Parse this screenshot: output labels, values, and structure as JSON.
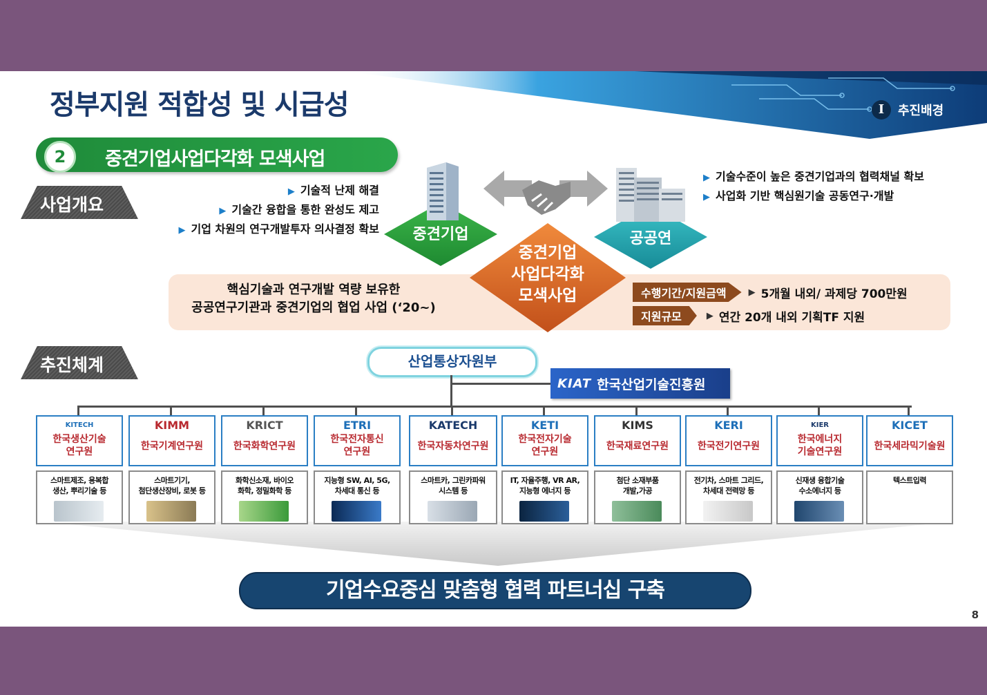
{
  "slide": {
    "title": "정부지원 적합성 및 시급성",
    "section_roman": "Ⅰ",
    "section_label": "추진배경",
    "subsection_number": "2",
    "subsection_title": "중견기업사업다각화 모색사업",
    "page_number": "8"
  },
  "overview": {
    "tab_label": "사업개요",
    "left_bullets": [
      "기술적 난제 해결",
      "기술간 융합을 통한 완성도 제고",
      "기업 차원의 연구개발투자 의사결정 확보"
    ],
    "right_bullets": [
      "기술수준이 높은 중견기업과의 협력채널 확보",
      "사업화 기반 핵심원기술 공동연구·개발"
    ],
    "left_platform": "중견기업",
    "right_platform": "공공연",
    "center_lines": [
      "중견기업",
      "사업다각화",
      "모색사업"
    ],
    "desc_lines": [
      "핵심기술과 연구개발 역량 보유한",
      "공공연구기관과 중견기업의 협업 사업 (‘20~)"
    ],
    "period_key": "수행기간/지원금액",
    "period_value": "5개월 내외/ 과제당 700만원",
    "scale_key": "지원규모",
    "scale_value": "연간 20개 내외 기획TF 지원"
  },
  "structure": {
    "tab_label": "추진체계",
    "ministry": "산업통상자원부",
    "agency_logo": "KIAT",
    "agency": "한국산업기술진흥원",
    "institutes": [
      {
        "logo": "KITECH",
        "name": "한국생산기술\n연구원",
        "desc": "스마트제조, 용복합\n생산, 뿌리기술 등"
      },
      {
        "logo": "KIMM",
        "name": "한국기계연구원",
        "desc": "스마트기기,\n첨단생산장비, 로봇 등"
      },
      {
        "logo": "KRICT",
        "name": "한국화학연구원",
        "desc": "화학신소재, 바이오\n화학, 정밀화학 등"
      },
      {
        "logo": "ETRI",
        "name": "한국전자통신\n연구원",
        "desc": "지능형 SW, AI, 5G,\n차세대 통신 등"
      },
      {
        "logo": "KATECH",
        "name": "한국자동차연구원",
        "desc": "스마트카, 그린카파워\n시스템 등"
      },
      {
        "logo": "KETI",
        "name": "한국전자기술\n연구원",
        "desc": "IT, 자율주행, VR AR,\n지능형 에너지 등"
      },
      {
        "logo": "KIMS",
        "name": "한국재료연구원",
        "desc": "첨단 소재부품\n개발,가공"
      },
      {
        "logo": "KERI",
        "name": "한국전기연구원",
        "desc": "전기차, 스마트 그리드,\n차세대 전력망 등"
      },
      {
        "logo": "KIER",
        "name": "한국에너지\n기술연구원",
        "desc": "신재생 융합기술\n수소에너지 등"
      },
      {
        "logo": "KICET",
        "name": "한국세라믹기술원",
        "desc": "텍스트입력"
      }
    ],
    "conclusion": "기업수요중심 맞춤형 협력 파트너십 구축"
  }
}
